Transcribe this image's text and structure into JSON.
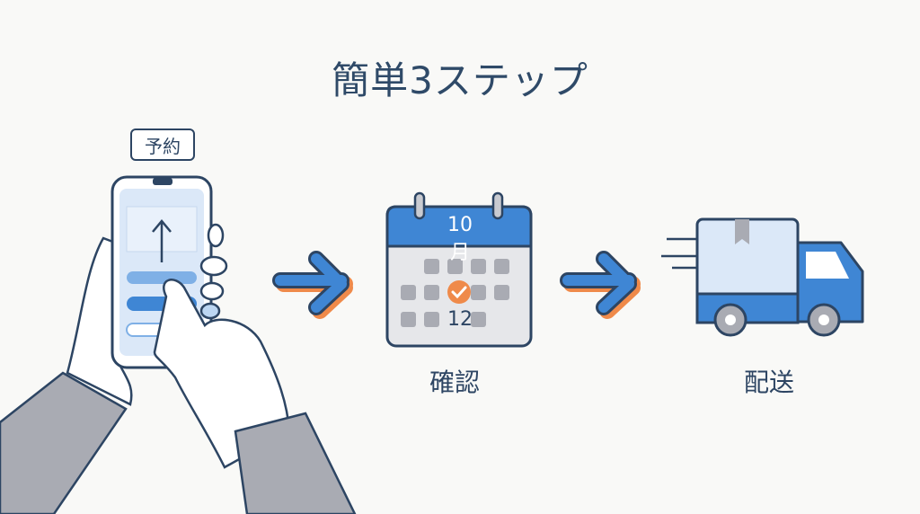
{
  "title": "簡単3ステップ",
  "steps": [
    {
      "label": "予約",
      "icon": "smartphone-icon"
    },
    {
      "label": "確認",
      "icon": "calendar-icon",
      "month": "10月",
      "date": "12"
    },
    {
      "label": "配送",
      "icon": "delivery-truck-icon"
    }
  ],
  "colors": {
    "primary": "#3f86d4",
    "accent": "#ef8a4a",
    "outline": "#2d4563",
    "sleeve": "#a9abb3"
  }
}
